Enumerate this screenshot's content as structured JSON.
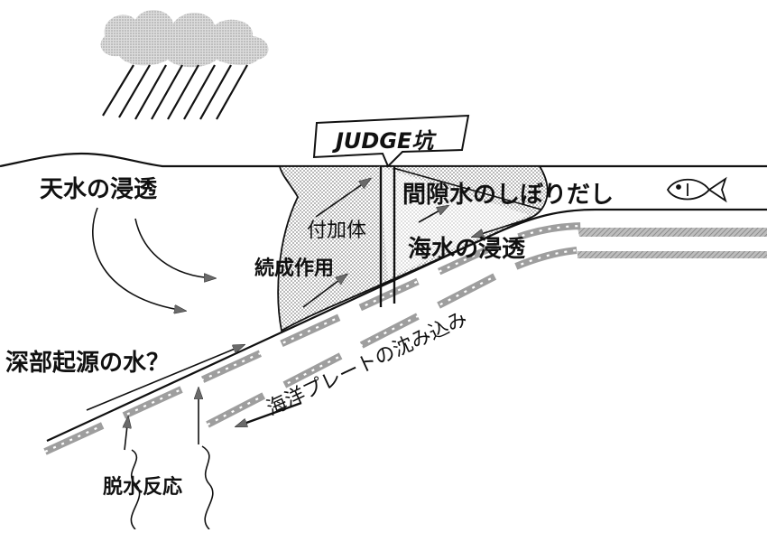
{
  "labels": {
    "rain_infiltration": "天水の浸透",
    "accretionary_prism": "付加体",
    "diagenesis": "続成作用",
    "pore_water_squeeze": "間隙水のしぼりだし",
    "seawater_infiltration": "海水の浸透",
    "deep_origin_water": "深部起源の水？",
    "plate_subduction": "海洋プレートの沈み込み",
    "dehydration_reaction": "脱水反応",
    "judge_borehole": "JUDGE坑"
  },
  "colors": {
    "ink": "#111111",
    "plate_gray": "#a8a8a8",
    "arrow_fill": "#6a6a6a",
    "cloud": "#c4c4c4",
    "pattern": "#8a8a8a"
  },
  "icons": {
    "cloud": "rain-cloud-icon",
    "fish": "fish-icon"
  }
}
